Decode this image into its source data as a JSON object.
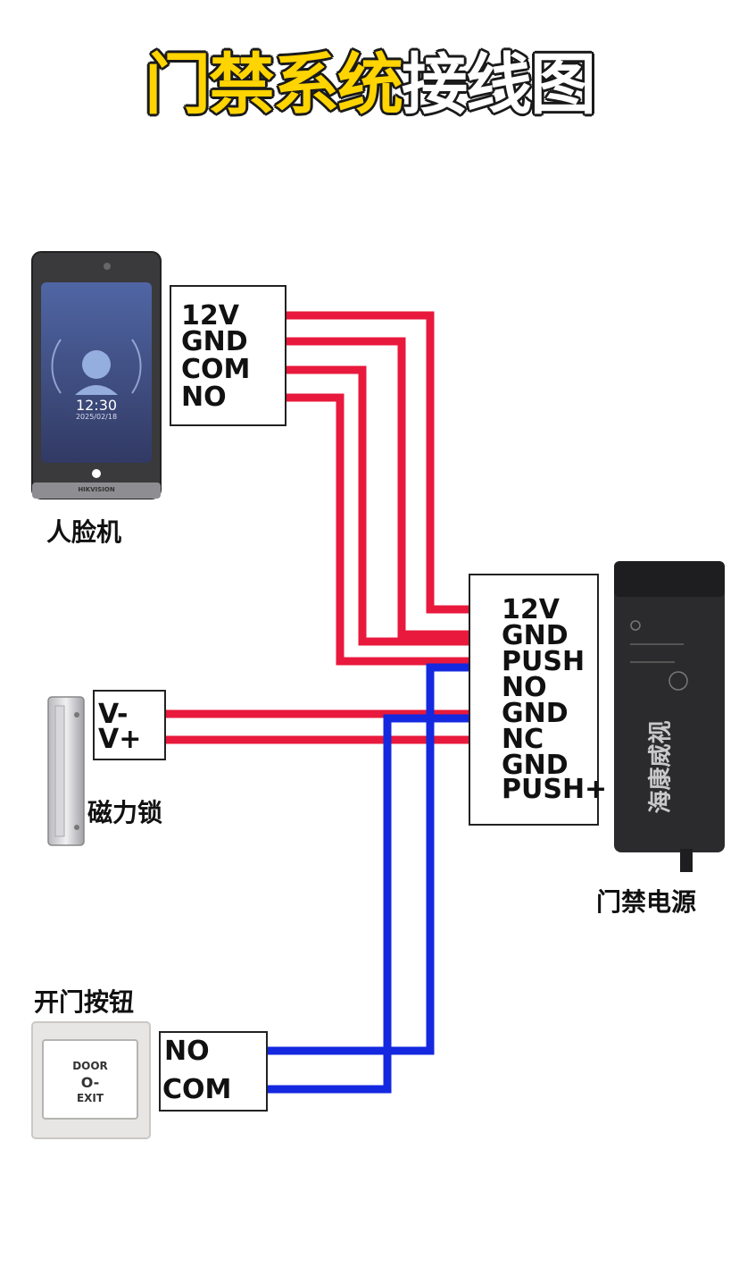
{
  "title": {
    "part1": "门禁系统",
    "part2": "接线图"
  },
  "colors": {
    "positive_wire": "#e8193c",
    "negative_wire": "#1428e0",
    "title_yellow": "#ffd400"
  },
  "devices": {
    "face_terminal": {
      "caption": "人脸机",
      "brand": "HIKVISION",
      "screen_time": "12:30",
      "screen_date": "2025/02/18",
      "terminals": [
        "12V",
        "GND",
        "COM",
        "NO"
      ]
    },
    "mag_lock": {
      "caption": "磁力锁",
      "terminals": [
        "V-",
        "V+"
      ]
    },
    "exit_button": {
      "caption": "开门按钮",
      "label_top": "DOOR",
      "label_bottom": "EXIT",
      "key_glyph": "O-",
      "terminals": [
        "NO",
        "COM"
      ]
    },
    "power_supply": {
      "caption": "门禁电源",
      "brand_text": "海康威视",
      "terminals": [
        "12V",
        "GND",
        "PUSH",
        "NO",
        "GND",
        "NC",
        "GND",
        "PUSH+"
      ]
    }
  },
  "wiring": [
    {
      "from": "face_terminal.12V",
      "to": "power_supply.12V",
      "color": "red"
    },
    {
      "from": "face_terminal.GND",
      "to": "power_supply.GND",
      "color": "red"
    },
    {
      "from": "face_terminal.COM",
      "to": "power_supply.GND",
      "color": "red"
    },
    {
      "from": "face_terminal.NO",
      "to": "power_supply.PUSH",
      "color": "red"
    },
    {
      "from": "mag_lock.V-",
      "to": "power_supply.GND",
      "color": "red"
    },
    {
      "from": "mag_lock.V+",
      "to": "power_supply.NC",
      "color": "red"
    },
    {
      "from": "exit_button.NO",
      "to": "power_supply.PUSH",
      "color": "blue"
    },
    {
      "from": "exit_button.COM",
      "to": "power_supply.GND",
      "color": "blue"
    }
  ]
}
